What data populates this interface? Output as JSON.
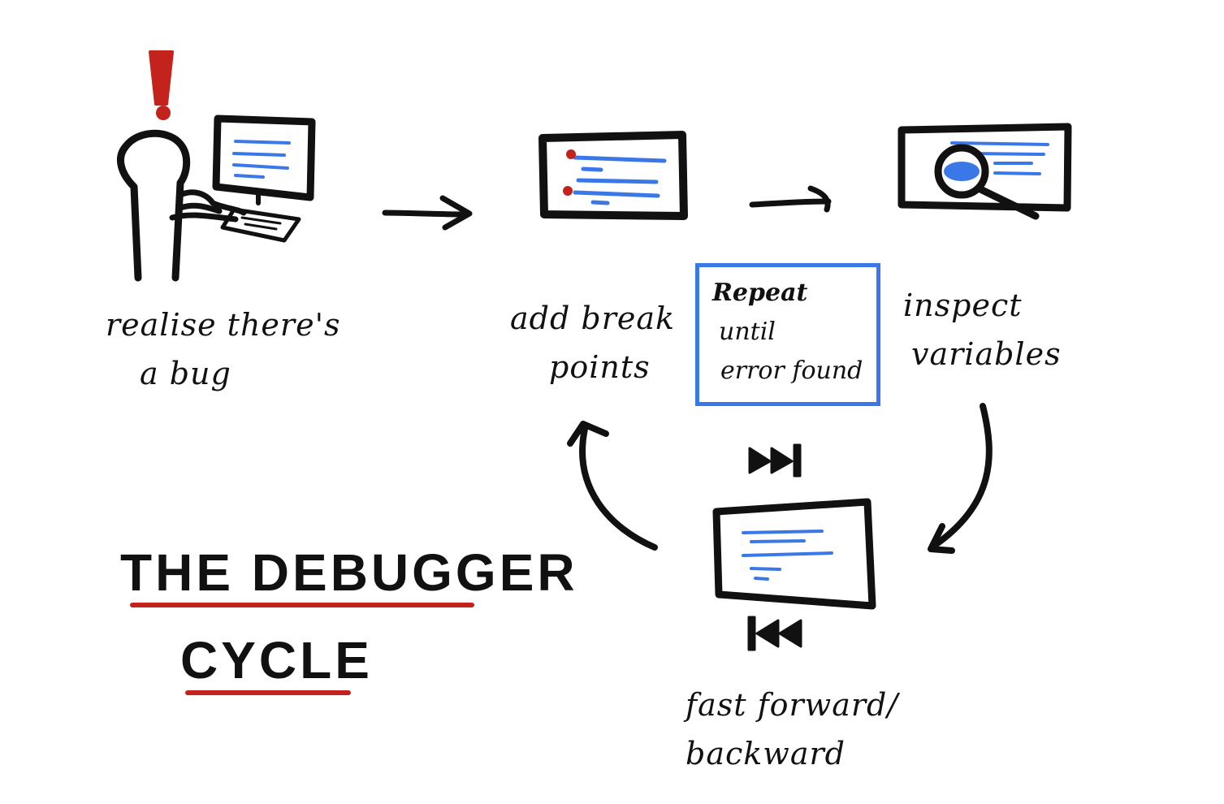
{
  "colors": {
    "ink": "#111111",
    "accent_red": "#c4231d",
    "code_blue": "#3b78e7",
    "box_blue": "#3b78e7"
  },
  "steps": [
    {
      "icon": "person-at-computer-icon",
      "label_lines": [
        "realise there's",
        "a bug"
      ]
    },
    {
      "icon": "code-window-with-breakpoints-icon",
      "label_lines": [
        "add break",
        "points"
      ]
    },
    {
      "icon": "code-window-with-magnifier-icon",
      "label_lines": [
        "inspect",
        "variables"
      ]
    },
    {
      "icon": "code-window-fast-forward-rewind-icon",
      "label_lines": [
        "fast forward/",
        "backward"
      ]
    }
  ],
  "repeat_box": {
    "lines": [
      "Repeat",
      "until",
      "error found"
    ]
  },
  "title": {
    "line1": "THE DEBUGGER",
    "line2": "CYCLE"
  }
}
